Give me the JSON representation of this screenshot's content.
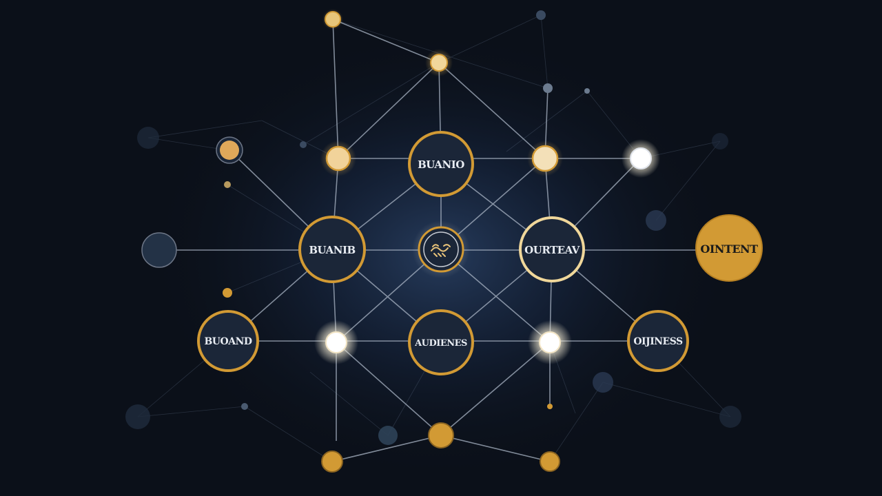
{
  "colors": {
    "background": "#0b1019",
    "glow": "#2a3f63",
    "gold": "#d29a34",
    "gold_light": "#f0d08a",
    "node_fill": "#1b2638",
    "line": "#a9b4c4",
    "white_glow": "#ffffff",
    "label_dark": "#e8ecf2",
    "label_on_gold": "#1a1a1a"
  },
  "nodes": {
    "board_top": {
      "label": "BUANIO"
    },
    "board_left": {
      "label": "BUANIB"
    },
    "center": {
      "icon": "handshake-icon"
    },
    "right_mid": {
      "label": "OURTEAV"
    },
    "content": {
      "label": "OINTENT"
    },
    "bottom_left": {
      "label": "BUOAND"
    },
    "bottom_center": {
      "label": "AUDIENES"
    },
    "bottom_right": {
      "label": "OIJINESS"
    }
  }
}
